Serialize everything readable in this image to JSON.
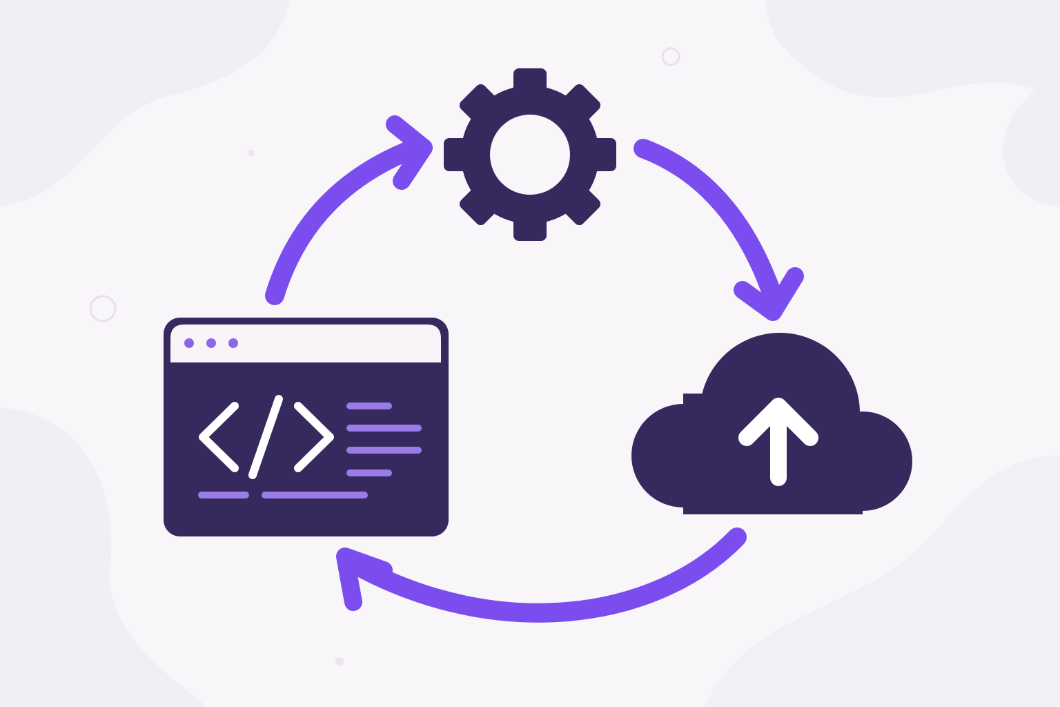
{
  "diagram": {
    "nodes": [
      {
        "id": "code",
        "icon": "code-window-icon"
      },
      {
        "id": "build",
        "icon": "gear-icon"
      },
      {
        "id": "deploy",
        "icon": "cloud-upload-icon"
      }
    ],
    "edges": [
      {
        "from": "code",
        "to": "build"
      },
      {
        "from": "build",
        "to": "deploy"
      },
      {
        "from": "deploy",
        "to": "code"
      }
    ]
  },
  "colors": {
    "background": "#f8f6f8",
    "icon_dark": "#35295e",
    "accent": "#7c4dee",
    "accent_light": "#9b7be6",
    "light": "#f8f4f8"
  }
}
